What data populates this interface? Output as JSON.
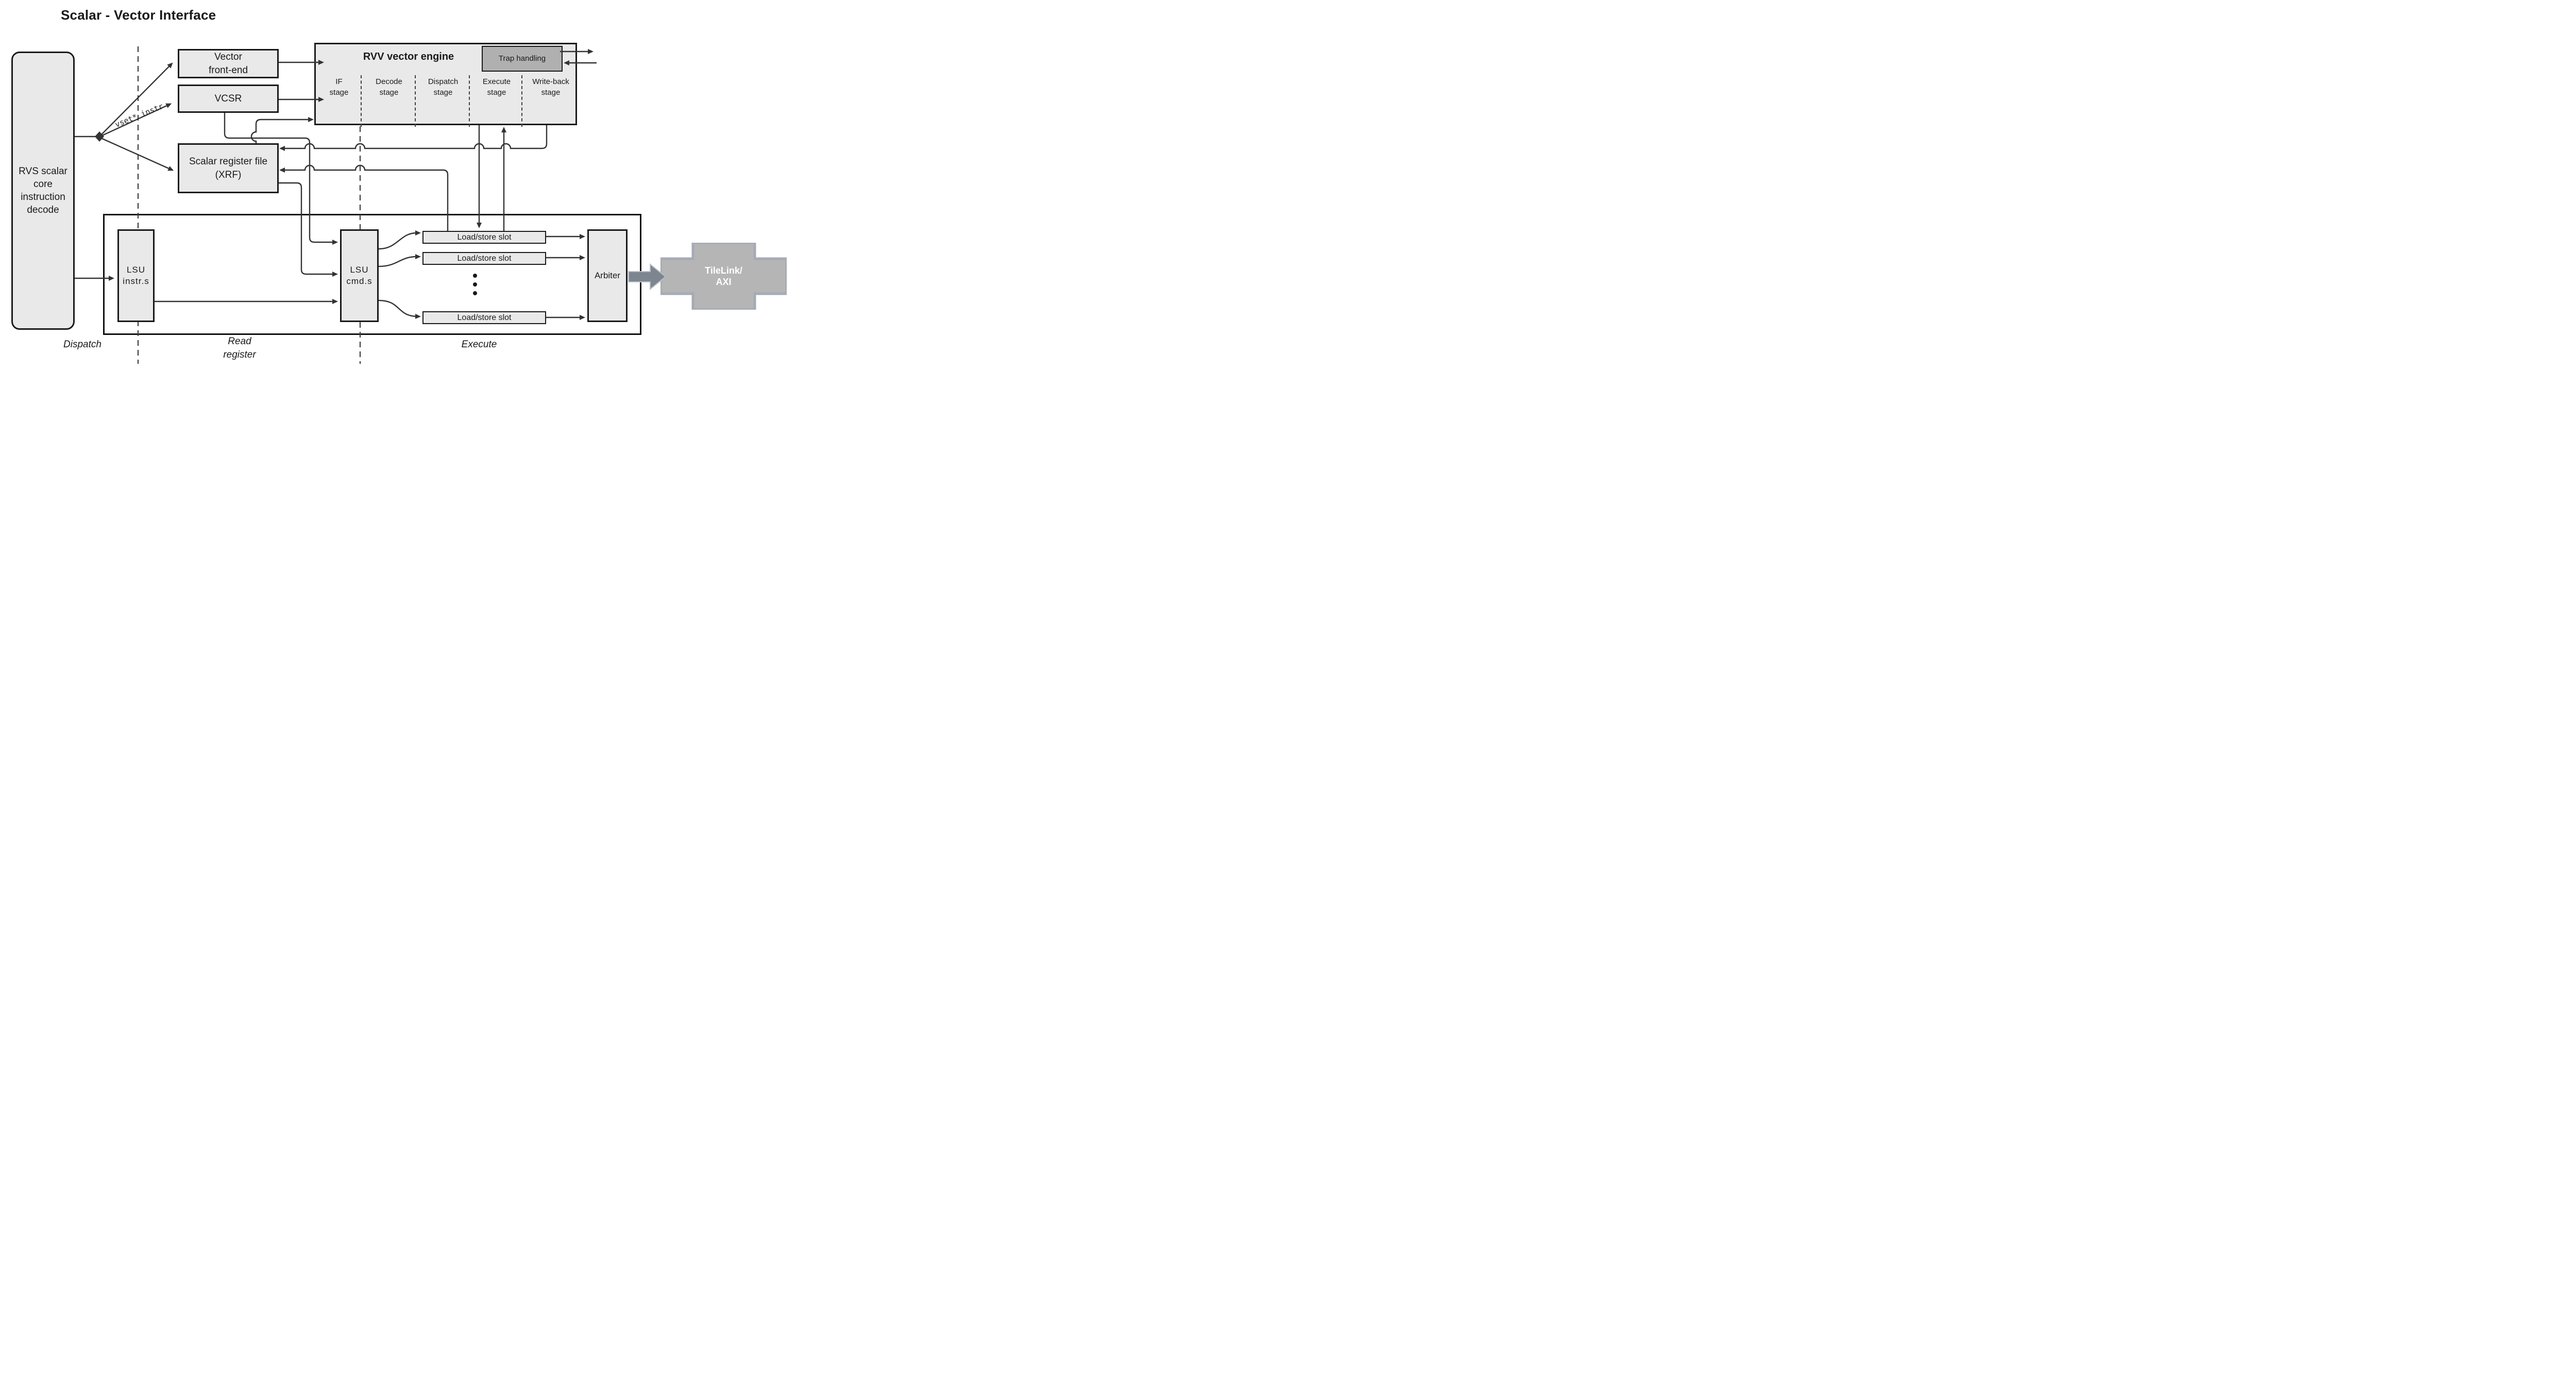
{
  "title": "Scalar - Vector Interface",
  "edge_label": "vset* instr",
  "colors": {
    "box_fill_light": "#e9e9e9",
    "box_border": "#1a1a1a",
    "wire": "#333333",
    "trap_fill": "#b0b0b0",
    "tilelink_fill": "#b5b5b5",
    "tilelink_border": "#a5abb4",
    "block_arrow_fill": "#7d8590",
    "background": "#ffffff"
  },
  "boxes": {
    "rvs_core": {
      "lines": [
        "RVS scalar",
        "core",
        "instruction",
        "decode"
      ]
    },
    "vector_front_end": {
      "lines": [
        "Vector",
        "front-end"
      ]
    },
    "vcsr": {
      "label": "VCSR"
    },
    "xrf": {
      "lines": [
        "Scalar register file",
        "(XRF)"
      ]
    },
    "engine": {
      "title": "RVV vector engine",
      "trap": "Trap handling",
      "stages": [
        [
          "IF",
          "stage"
        ],
        [
          "Decode",
          "stage"
        ],
        [
          "Dispatch",
          "stage"
        ],
        [
          "Execute",
          "stage"
        ],
        [
          "Write-back",
          "stage"
        ]
      ]
    },
    "lsu_instr": {
      "lines": [
        "LSU",
        "instr.s"
      ]
    },
    "lsu_cmd": {
      "lines": [
        "LSU",
        "cmd.s"
      ]
    },
    "slots": [
      "Load/store slot",
      "Load/store slot",
      "Load/store slot"
    ],
    "arbiter": {
      "label": "Arbiter"
    },
    "tilelink": {
      "lines": [
        "TileLink/",
        "AXI"
      ]
    }
  },
  "phase_labels": {
    "dispatch": "Dispatch",
    "read_register": [
      "Read",
      "register"
    ],
    "execute": "Execute"
  }
}
